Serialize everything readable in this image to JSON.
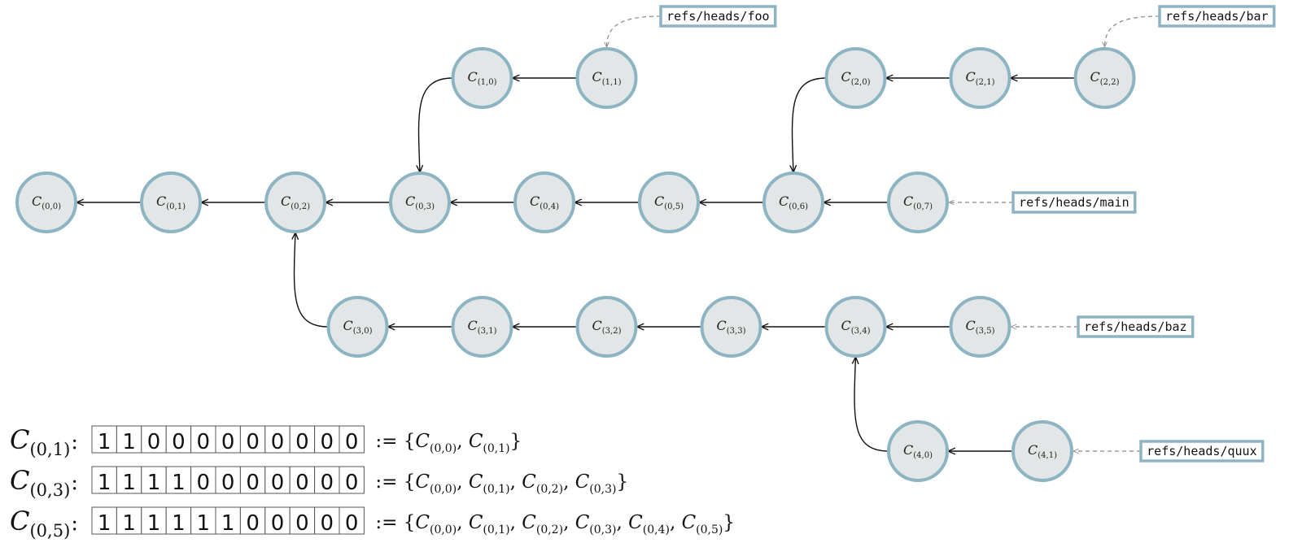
{
  "nodes": [
    {
      "id": "0-0",
      "main": "C",
      "sub": "(0,0)"
    },
    {
      "id": "0-1",
      "main": "C",
      "sub": "(0,1)"
    },
    {
      "id": "0-2",
      "main": "C",
      "sub": "(0,2)"
    },
    {
      "id": "0-3",
      "main": "C",
      "sub": "(0,3)"
    },
    {
      "id": "0-4",
      "main": "C",
      "sub": "(0,4)"
    },
    {
      "id": "0-5",
      "main": "C",
      "sub": "(0,5)"
    },
    {
      "id": "0-6",
      "main": "C",
      "sub": "(0,6)"
    },
    {
      "id": "0-7",
      "main": "C",
      "sub": "(0,7)"
    },
    {
      "id": "1-0",
      "main": "C",
      "sub": "(1,0)"
    },
    {
      "id": "1-1",
      "main": "C",
      "sub": "(1,1)"
    },
    {
      "id": "2-0",
      "main": "C",
      "sub": "(2,0)"
    },
    {
      "id": "2-1",
      "main": "C",
      "sub": "(2,1)"
    },
    {
      "id": "2-2",
      "main": "C",
      "sub": "(2,2)"
    },
    {
      "id": "3-0",
      "main": "C",
      "sub": "(3,0)"
    },
    {
      "id": "3-1",
      "main": "C",
      "sub": "(3,1)"
    },
    {
      "id": "3-2",
      "main": "C",
      "sub": "(3,2)"
    },
    {
      "id": "3-3",
      "main": "C",
      "sub": "(3,3)"
    },
    {
      "id": "3-4",
      "main": "C",
      "sub": "(3,4)"
    },
    {
      "id": "3-5",
      "main": "C",
      "sub": "(3,5)"
    },
    {
      "id": "4-0",
      "main": "C",
      "sub": "(4,0)"
    },
    {
      "id": "4-1",
      "main": "C",
      "sub": "(4,1)"
    }
  ],
  "edges": [
    {
      "from": "0-1",
      "to": "0-0"
    },
    {
      "from": "0-2",
      "to": "0-1"
    },
    {
      "from": "0-3",
      "to": "0-2"
    },
    {
      "from": "0-4",
      "to": "0-3"
    },
    {
      "from": "0-5",
      "to": "0-4"
    },
    {
      "from": "0-6",
      "to": "0-5"
    },
    {
      "from": "0-7",
      "to": "0-6"
    },
    {
      "from": "1-1",
      "to": "1-0"
    },
    {
      "from": "1-0",
      "to": "0-3"
    },
    {
      "from": "2-2",
      "to": "2-1"
    },
    {
      "from": "2-1",
      "to": "2-0"
    },
    {
      "from": "2-0",
      "to": "0-6"
    },
    {
      "from": "3-5",
      "to": "3-4"
    },
    {
      "from": "3-4",
      "to": "3-3"
    },
    {
      "from": "3-3",
      "to": "3-2"
    },
    {
      "from": "3-2",
      "to": "3-1"
    },
    {
      "from": "3-1",
      "to": "3-0"
    },
    {
      "from": "3-0",
      "to": "0-2"
    },
    {
      "from": "4-1",
      "to": "4-0"
    },
    {
      "from": "4-0",
      "to": "3-4"
    }
  ],
  "refs": [
    {
      "label": "refs/heads/foo",
      "target": "1-1"
    },
    {
      "label": "refs/heads/bar",
      "target": "2-2"
    },
    {
      "label": "refs/heads/main",
      "target": "0-7"
    },
    {
      "label": "refs/heads/baz",
      "target": "3-5"
    },
    {
      "label": "refs/heads/quux",
      "target": "4-1"
    }
  ],
  "bitmaps": [
    {
      "main": "C",
      "sub": "(0,1)",
      "bits": [
        "1",
        "1",
        "0",
        "0",
        "0",
        "0",
        "0",
        "0",
        "0",
        "0",
        "0"
      ],
      "set": [
        {
          "main": "C",
          "sub": "(0,0)"
        },
        {
          "main": "C",
          "sub": "(0,1)"
        }
      ]
    },
    {
      "main": "C",
      "sub": "(0,3)",
      "bits": [
        "1",
        "1",
        "1",
        "1",
        "0",
        "0",
        "0",
        "0",
        "0",
        "0",
        "0"
      ],
      "set": [
        {
          "main": "C",
          "sub": "(0,0)"
        },
        {
          "main": "C",
          "sub": "(0,1)"
        },
        {
          "main": "C",
          "sub": "(0,2)"
        },
        {
          "main": "C",
          "sub": "(0,3)"
        }
      ]
    },
    {
      "main": "C",
      "sub": "(0,5)",
      "bits": [
        "1",
        "1",
        "1",
        "1",
        "1",
        "1",
        "0",
        "0",
        "0",
        "0",
        "0"
      ],
      "set": [
        {
          "main": "C",
          "sub": "(0,0)"
        },
        {
          "main": "C",
          "sub": "(0,1)"
        },
        {
          "main": "C",
          "sub": "(0,2)"
        },
        {
          "main": "C",
          "sub": "(0,3)"
        },
        {
          "main": "C",
          "sub": "(0,4)"
        },
        {
          "main": "C",
          "sub": "(0,5)"
        }
      ]
    }
  ],
  "symbols": {
    "colon": ":",
    "define": ":=",
    "open": "{",
    "close": "}",
    "sep": ","
  },
  "colors": {
    "node_fill": "#e3e6e6",
    "node_stroke": "#8db4c2",
    "ref_stroke": "#8db4c2"
  }
}
